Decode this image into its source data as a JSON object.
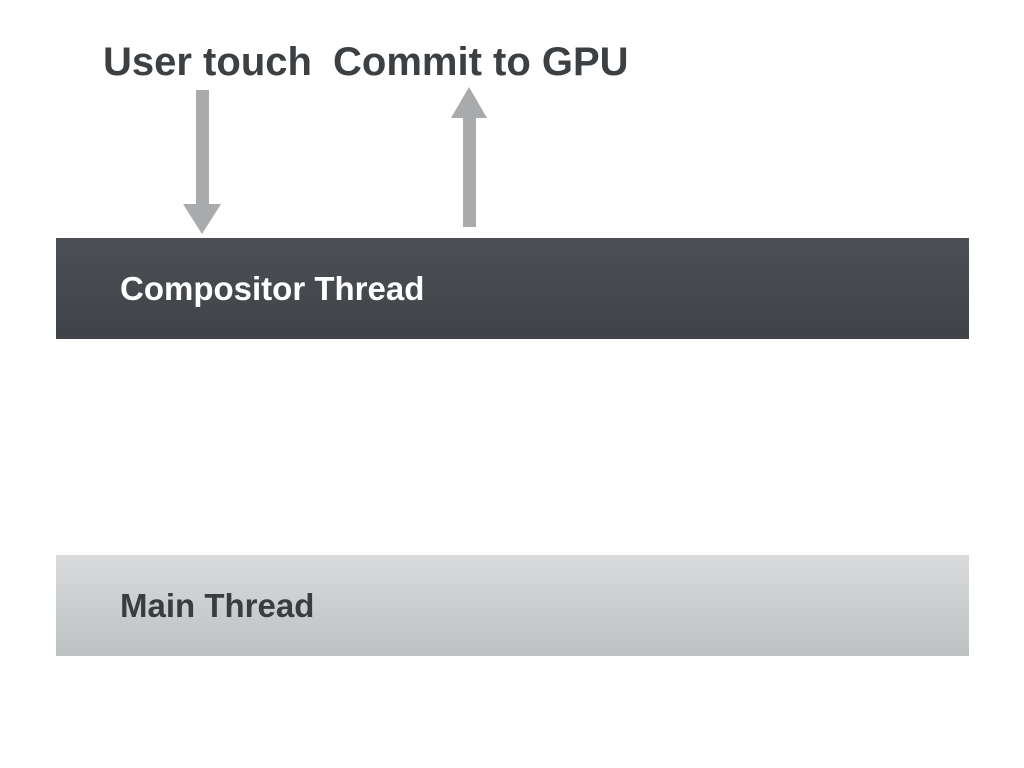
{
  "annotations": {
    "user_touch": "User touch",
    "commit_to_gpu": "Commit to GPU"
  },
  "arrows": [
    {
      "name": "user-touch-arrow",
      "direction": "down",
      "from": "User touch",
      "to": "Compositor Thread"
    },
    {
      "name": "commit-to-gpu-arrow",
      "direction": "up",
      "from": "Compositor Thread",
      "to": "Commit to GPU"
    }
  ],
  "bars": {
    "compositor": {
      "label": "Compositor Thread"
    },
    "main": {
      "label": "Main Thread"
    }
  },
  "colors": {
    "background": "#ffffff",
    "label_text": "#3c4043",
    "arrow": "#a8aaab",
    "compositor_top": "#4c5056",
    "compositor_bottom": "#3f4246",
    "compositor_text": "#ffffff",
    "main_top": "#d9dbdc",
    "main_bottom": "#bdc1c2",
    "main_text": "#393d40"
  }
}
